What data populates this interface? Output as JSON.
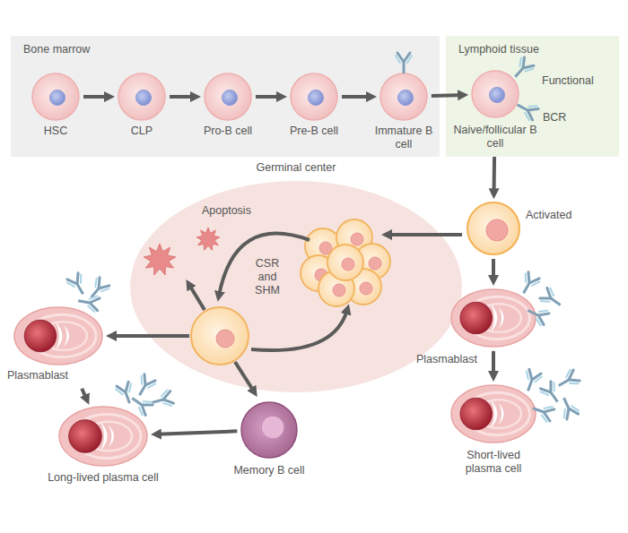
{
  "diagram": {
    "nodes": [
      {
        "text": [
          "Bone marrow"
        ]
      },
      {
        "text": [
          "HSC"
        ],
        "in": 0
      },
      {
        "text": [
          "CLP"
        ],
        "in": 0
      },
      {
        "text": [
          "Pro-B cell"
        ],
        "in": 0
      },
      {
        "text": [
          "Pre-B cell"
        ],
        "in": 0
      },
      {
        "text": [
          "Immature B cell"
        ],
        "in": 0
      },
      {
        "text": [
          "Lymphoid tissue"
        ]
      },
      {
        "text": [
          "Naive/follicular B cell"
        ],
        "in": 6
      },
      {
        "text": [
          "Germinal center"
        ]
      },
      {
        "text": [
          "Apoptosis"
        ],
        "in": 8
      },
      {
        "text": [
          "Activated"
        ]
      },
      {
        "text": [
          "Plasmablast"
        ]
      },
      {
        "text": [
          "Plasmablast"
        ]
      },
      {
        "text": [
          "Long-lived plasma cell"
        ]
      },
      {
        "text": [
          "Memory B cell"
        ]
      },
      {
        "text": [
          "Short-lived plasma cell"
        ]
      }
    ],
    "edges": [
      {
        "from": 1,
        "to": 2,
        "arrow": "to"
      },
      {
        "from": 2,
        "to": 3,
        "arrow": "to"
      },
      {
        "from": 3,
        "to": 4,
        "arrow": "to"
      },
      {
        "from": 4,
        "to": 5,
        "arrow": "to"
      },
      {
        "from": 5,
        "to": 7,
        "arrow": "to"
      },
      {
        "from": 7,
        "to": 10,
        "arrow": "to"
      },
      {
        "from": 10,
        "to": 12,
        "arrow": "to"
      },
      {
        "from": 12,
        "to": 15,
        "arrow": "to"
      },
      {
        "from": 11,
        "to": 13,
        "arrow": "to"
      },
      {
        "from": 14,
        "to": 13,
        "arrow": "to"
      }
    ],
    "labels": [
      "Functional",
      "BCR",
      "CSR and SHM"
    ]
  }
}
